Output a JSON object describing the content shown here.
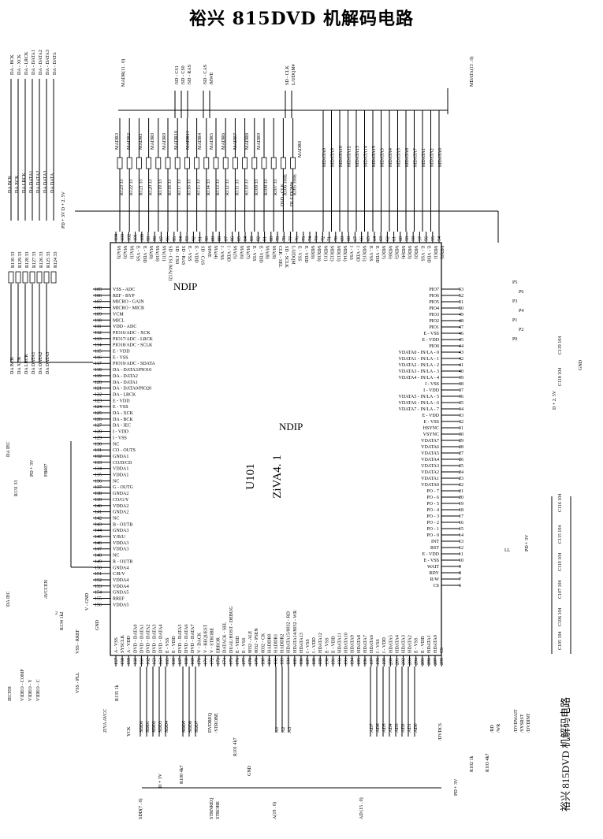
{
  "title": "裕兴 815DVD 机解码电路",
  "chip": {
    "ref": "U101",
    "part": "ZiVA4. 1",
    "package_mark": "NDIP",
    "package_mark_2": "NDIP"
  },
  "buses": {
    "top_left_audio": [
      "DA - BCK",
      "DA - XCK",
      "DA - LRCK",
      "DA - DATA1",
      "DA - DATA2",
      "DA - DATA3",
      "DA - DATA"
    ],
    "top_left_audio_inner": [
      "DA BCK",
      "DA XCK",
      "DA LRCK",
      "DA DATA1",
      "DA DATA2",
      "DA DATA3",
      "DA DATA"
    ],
    "madr_bus": "MADR(11 . 0)",
    "sd_cs": [
      "/SD - CS1",
      "/SD - CS0",
      "/SD - RAS"
    ],
    "sd_cas": [
      "/SD - CAS",
      "/MWE"
    ],
    "clk": [
      "SD - CLK",
      "L/UDQM#"
    ],
    "mdata_bus": "MDATA(15 . 0)",
    "top_nets_left": [
      "MADR3",
      "MADR2",
      "MADR1",
      "MADR0",
      "MADR9",
      "MADR10",
      "MADR11",
      "MADR4",
      "MADR5",
      "MADR6",
      "MADR7",
      "MADR8",
      "MADR9"
    ],
    "top_nets_right": [
      "MDATA0",
      "MDATA9",
      "MDATA10",
      "MDATA12",
      "MDATA13",
      "MDATA14",
      "MDATA15",
      "MDATA3",
      "MDATA4",
      "MDATA5",
      "MDATA6",
      "MDATA7",
      "MDATA1",
      "MDATA2",
      "MDATA0"
    ],
    "top_resistors": [
      "R123 33",
      "R122 33",
      "R121 33",
      "R120 33",
      "R119 33",
      "R118 33",
      "R117 33",
      "R116 33",
      "R115 33",
      "R114 33",
      "R113 33",
      "R112 33",
      "R111 33",
      "R110 33",
      "R109 33",
      "R108 33",
      "R107 33",
      "R106 100E",
      "R105 100E"
    ],
    "power_top": "PD + 3V  D + 2. 5V",
    "dsd_clk": "DSD - CLK",
    "dqm": "DL/UDQM#",
    "madr8": "MADR8"
  },
  "left_pins": [
    {
      "num": "104",
      "name": "MA(3)"
    },
    {
      "num": "103",
      "name": "MA(2)"
    },
    {
      "num": "102",
      "name": "MA(1)"
    },
    {
      "num": "101",
      "name": "E - VSS"
    },
    {
      "num": "100",
      "name": "E - VDD"
    },
    {
      "num": "99",
      "name": "MA(0)"
    },
    {
      "num": "98",
      "name": "MA(10)"
    },
    {
      "num": "97",
      "name": "MA(11)"
    },
    {
      "num": "96",
      "name": "SD - CS1/MA(12)"
    },
    {
      "num": "95",
      "name": "SD - CS0"
    },
    {
      "num": "94",
      "name": "SD - RAS"
    },
    {
      "num": "93",
      "name": "E - VSS"
    },
    {
      "num": "92",
      "name": "E - VDD"
    },
    {
      "num": "91",
      "name": "SD - CAS"
    },
    {
      "num": "90",
      "name": "MWE"
    },
    {
      "num": "89",
      "name": "MA(4)"
    },
    {
      "num": "88",
      "name": "I - VSS"
    },
    {
      "num": "87",
      "name": "I - VDD"
    },
    {
      "num": "86",
      "name": "MA(5)"
    },
    {
      "num": "85",
      "name": "MA(6)"
    },
    {
      "num": "84",
      "name": "MA(7)"
    },
    {
      "num": "83",
      "name": "E - VSS"
    },
    {
      "num": "82",
      "name": "E - VDD"
    },
    {
      "num": "81",
      "name": "MA(8)"
    },
    {
      "num": "80",
      "name": "MA(9)"
    },
    {
      "num": "79",
      "name": "CLK - SEL"
    },
    {
      "num": "78",
      "name": "SD - SCLK"
    },
    {
      "num": "77",
      "name": "L/UDQM"
    }
  ],
  "right_top_pins": [
    {
      "num": "76",
      "name": "E - VSS"
    },
    {
      "num": "75",
      "name": "E - VDD"
    },
    {
      "num": "74",
      "name": "MD(9)"
    },
    {
      "num": "73",
      "name": "MD(10)"
    },
    {
      "num": "72",
      "name": "MD(11)"
    },
    {
      "num": "71",
      "name": "MD(12)"
    },
    {
      "num": "70",
      "name": "MD(13)"
    },
    {
      "num": "69",
      "name": "MD(14)"
    },
    {
      "num": "68",
      "name": "I - VSS"
    },
    {
      "num": "67",
      "name": "I - VDD"
    },
    {
      "num": "66",
      "name": "MD(15)"
    },
    {
      "num": "65",
      "name": "E - VSS"
    },
    {
      "num": "64",
      "name": "E - VDD"
    },
    {
      "num": "63",
      "name": "MD(7)"
    },
    {
      "num": "62",
      "name": "MD(6)"
    },
    {
      "num": "61",
      "name": "MD(5)"
    },
    {
      "num": "60",
      "name": "MD(4)"
    },
    {
      "num": "59",
      "name": "MD(3)"
    },
    {
      "num": "58",
      "name": "MD(2)"
    },
    {
      "num": "57",
      "name": "E - VSS"
    },
    {
      "num": "56",
      "name": "E - VDD"
    },
    {
      "num": "55",
      "name": "MD(1)"
    },
    {
      "num": "54",
      "name": "MD(0)"
    }
  ],
  "left_side_pins": [
    {
      "num": "105",
      "name": "VSS - ADC"
    },
    {
      "num": "106",
      "name": "REF - BYP"
    },
    {
      "num": "107",
      "name": "MICRO - GAIN"
    },
    {
      "num": "108",
      "name": "MICRO - MICR"
    },
    {
      "num": "109",
      "name": "VCM"
    },
    {
      "num": "110",
      "name": "MICL"
    },
    {
      "num": "111",
      "name": "VDD - ADC"
    },
    {
      "num": "112",
      "name": "PIO16/ADC - XCK"
    },
    {
      "num": "113",
      "name": "PIO17/ADC - LRCK"
    },
    {
      "num": "114",
      "name": "PIO18/ADC - SCLK"
    },
    {
      "num": "115",
      "name": "E - VDD"
    },
    {
      "num": "116",
      "name": "E - VSS"
    },
    {
      "num": "117",
      "name": "PIO19/ADC - SDATA"
    },
    {
      "num": "118",
      "name": "DA - DATA3/PIO10"
    },
    {
      "num": "119",
      "name": "DA - DATA2"
    },
    {
      "num": "120",
      "name": "DA - DATA1"
    },
    {
      "num": "121",
      "name": "DA - DATA0/PIO20"
    },
    {
      "num": "122",
      "name": "DA - LRCK"
    },
    {
      "num": "123",
      "name": "E - VDD"
    },
    {
      "num": "124",
      "name": "E - VSS"
    },
    {
      "num": "125",
      "name": "DA - XCK"
    },
    {
      "num": "126",
      "name": "DA - BCK"
    },
    {
      "num": "127",
      "name": "DA - IEC"
    },
    {
      "num": "128",
      "name": "I - VDD"
    },
    {
      "num": "129",
      "name": "I - VSS"
    },
    {
      "num": "130",
      "name": "NC"
    },
    {
      "num": "131",
      "name": "CO - OUTS"
    },
    {
      "num": "132",
      "name": "GNDA1"
    },
    {
      "num": "133",
      "name": "CO/D/CD"
    },
    {
      "num": "134",
      "name": "VDDA1"
    },
    {
      "num": "135",
      "name": "VDDA1"
    },
    {
      "num": "136",
      "name": "NC"
    },
    {
      "num": "137",
      "name": "G - OUTG"
    },
    {
      "num": "138",
      "name": "GNDA2"
    },
    {
      "num": "139",
      "name": "CO/G/Y"
    },
    {
      "num": "140",
      "name": "VDDA2"
    },
    {
      "num": "141",
      "name": "GNDA2"
    },
    {
      "num": "142",
      "name": "NC"
    },
    {
      "num": "143",
      "name": "B - OUTB"
    },
    {
      "num": "144",
      "name": "GNDA3"
    },
    {
      "num": "145",
      "name": "Y/B/U"
    },
    {
      "num": "146",
      "name": "VDDA3"
    },
    {
      "num": "147",
      "name": "VDDA3"
    },
    {
      "num": "148",
      "name": "NC"
    },
    {
      "num": "149",
      "name": "R - OUTR"
    },
    {
      "num": "150",
      "name": "GNDA4"
    },
    {
      "num": "151",
      "name": "C/R/V"
    },
    {
      "num": "152",
      "name": "VDDA4"
    },
    {
      "num": "153",
      "name": "VDDA4"
    },
    {
      "num": "154",
      "name": "GNDA5"
    },
    {
      "num": "155",
      "name": "RREF"
    },
    {
      "num": "156",
      "name": "VDDA5"
    }
  ],
  "right_side_pins": [
    {
      "num": "53",
      "name": "PIO7"
    },
    {
      "num": "52",
      "name": "PIO6"
    },
    {
      "num": "51",
      "name": "PIO5"
    },
    {
      "num": "50",
      "name": "PIO4"
    },
    {
      "num": "49",
      "name": "PIO3"
    },
    {
      "num": "48",
      "name": "PIO2"
    },
    {
      "num": "47",
      "name": "PIO1"
    },
    {
      "num": "46",
      "name": "E - VSS"
    },
    {
      "num": "45",
      "name": "E - VDD"
    },
    {
      "num": "44",
      "name": "PIO0"
    },
    {
      "num": "43",
      "name": "VDATA0 - IN/LA - 0"
    },
    {
      "num": "42",
      "name": "VDATA1 - IN/LA - 1"
    },
    {
      "num": "41",
      "name": "VDATA2 - IN/LA - 2"
    },
    {
      "num": "40",
      "name": "VDATA3 - IN/LA - 3"
    },
    {
      "num": "39",
      "name": "VDATA4 - IN/LA - 4"
    },
    {
      "num": "38",
      "name": "I - VSS"
    },
    {
      "num": "37",
      "name": "I - VDD"
    },
    {
      "num": "36",
      "name": "VDATA5 - IN/LA - 5"
    },
    {
      "num": "35",
      "name": "VDATA6 - IN/LA - 6"
    },
    {
      "num": "34",
      "name": "VDATA7 - IN/LA - 7"
    },
    {
      "num": "33",
      "name": "E - VDD"
    },
    {
      "num": "32",
      "name": "E - VSS"
    },
    {
      "num": "31",
      "name": "HSYNC"
    },
    {
      "num": "30",
      "name": "VSYNC"
    },
    {
      "num": "29",
      "name": "VDATA7"
    },
    {
      "num": "28",
      "name": "VDATA6"
    },
    {
      "num": "27",
      "name": "VDATA5"
    },
    {
      "num": "26",
      "name": "VDATA4"
    },
    {
      "num": "25",
      "name": "VDATA3"
    },
    {
      "num": "24",
      "name": "VDATA2"
    },
    {
      "num": "23",
      "name": "VDATA1"
    },
    {
      "num": "22",
      "name": "VDATA0"
    },
    {
      "num": "21",
      "name": "PO - 7"
    },
    {
      "num": "20",
      "name": "PO - 6"
    },
    {
      "num": "19",
      "name": "PO - 5"
    },
    {
      "num": "18",
      "name": "PO - 4"
    },
    {
      "num": "17",
      "name": "PO - 3"
    },
    {
      "num": "16",
      "name": "PO - 2"
    },
    {
      "num": "15",
      "name": "PO - 1"
    },
    {
      "num": "14",
      "name": "PO - 0"
    },
    {
      "num": "13",
      "name": "INT"
    },
    {
      "num": "12",
      "name": "RST"
    },
    {
      "num": "11",
      "name": "E - VDD"
    },
    {
      "num": "10",
      "name": "E - VSS"
    },
    {
      "num": "9",
      "name": "WAIT"
    },
    {
      "num": "8",
      "name": "RDY"
    },
    {
      "num": "7",
      "name": "R/W"
    },
    {
      "num": "6",
      "name": "CS"
    }
  ],
  "bottom_pins": [
    {
      "num": "157",
      "name": "A - VSS"
    },
    {
      "num": "158",
      "name": "SYSCLK"
    },
    {
      "num": "159",
      "name": "A - VDD"
    },
    {
      "num": "160",
      "name": "DVD - DATA0"
    },
    {
      "num": "161",
      "name": "DVD - DATA1"
    },
    {
      "num": "162",
      "name": "DVD - DATA2"
    },
    {
      "num": "163",
      "name": "DVD - DATA3"
    },
    {
      "num": "164",
      "name": "DVD - DATA4"
    },
    {
      "num": "165",
      "name": "E - VSS"
    },
    {
      "num": "166",
      "name": "E - VDD"
    },
    {
      "num": "167",
      "name": "DVD - DATA5"
    },
    {
      "num": "168",
      "name": "DVD - DATA6"
    },
    {
      "num": "169",
      "name": "DVD - DATA7"
    },
    {
      "num": "170",
      "name": "V - DACK"
    },
    {
      "num": "171",
      "name": "V - REQUEST"
    },
    {
      "num": "172",
      "name": "V - STROBE"
    },
    {
      "num": "173",
      "name": "ERROR"
    },
    {
      "num": "174",
      "name": "DATACK - SEL"
    },
    {
      "num": "175",
      "name": "DUAL/HOST - DEBUG"
    },
    {
      "num": "176",
      "name": "E - VDD"
    },
    {
      "num": "177",
      "name": "E - VSS"
    },
    {
      "num": "178",
      "name": "8032 - ALE"
    },
    {
      "num": "179",
      "name": "8032 - PSEN"
    },
    {
      "num": "180",
      "name": "8032 - CK"
    },
    {
      "num": "181",
      "name": "HADDR0"
    },
    {
      "num": "182",
      "name": "HADDR1"
    },
    {
      "num": "183",
      "name": "HADDR2"
    },
    {
      "num": "184",
      "name": "HDATA15/8032 - RD"
    },
    {
      "num": "185",
      "name": "HDATA14/8032 - WR"
    },
    {
      "num": "186",
      "name": "HDATA13"
    },
    {
      "num": "187",
      "name": "I - VSS"
    },
    {
      "num": "188",
      "name": "I - VDD"
    },
    {
      "num": "189",
      "name": "HDATA12"
    },
    {
      "num": "190",
      "name": "E - VSS"
    },
    {
      "num": "191",
      "name": "E - VDD"
    },
    {
      "num": "192",
      "name": "HDATA11"
    },
    {
      "num": "193",
      "name": "HDATA10"
    },
    {
      "num": "194",
      "name": "HDATA9"
    },
    {
      "num": "195",
      "name": "HDATA8"
    },
    {
      "num": "196",
      "name": "HDATA7"
    },
    {
      "num": "197",
      "name": "HDATA6"
    },
    {
      "num": "198",
      "name": "I - VSS"
    },
    {
      "num": "199",
      "name": "I - VDD"
    },
    {
      "num": "200",
      "name": "HDATA5"
    },
    {
      "num": "201",
      "name": "HDATA4"
    },
    {
      "num": "202",
      "name": "HDATA3"
    },
    {
      "num": "203",
      "name": "HDATA2"
    },
    {
      "num": "204",
      "name": "E - VSS"
    },
    {
      "num": "205",
      "name": "E - VDD"
    },
    {
      "num": "206",
      "name": "HDATA1"
    },
    {
      "num": "207",
      "name": "HDATA0"
    },
    {
      "num": "208",
      "name": "CS"
    }
  ],
  "left_components": {
    "resistors_top": [
      "R130 33",
      "R129 33",
      "R128 33",
      "R127 33",
      "R126 33",
      "R125 33",
      "R124 33"
    ],
    "left_bus": [
      "DA BCK",
      "DA XCK",
      "DA LRCK",
      "DA DATA1",
      "DA DATA2",
      "DA DATA3"
    ],
    "ferrite": "FB007",
    "pd3v": "PD + 3V",
    "da_iec": "DA IEC",
    "r131": "R131 33",
    "da_iec2": "DA IEC",
    "avccen": "AVCCEN",
    "r134": "R134 1k2",
    "two": "2",
    "vss_rref": "VSS - RREF",
    "v_gnd": "V - GND",
    "gnd": "GND",
    "vss_pll": "VSS - PLL",
    "iec958": "IEC958",
    "video_comp": "VIDEO - COMP",
    "video_y": "VIDEO - Y",
    "video_c": "VIDEO - C",
    "ziva_avcc": "ZIVA AVCC",
    "r135": "R135 1k",
    "yck": "YCK"
  },
  "bottom_components": {
    "sdd_group1": [
      "SDD0",
      "SDD1",
      "SDD2",
      "SDD3",
      "SDD4"
    ],
    "sdd_group2": [
      "SDD5",
      "SDD6",
      "SDD7"
    ],
    "dvdreq": [
      "DVDREQ",
      "/STROBE"
    ],
    "r101": "R101 4k7",
    "gnd": "GND",
    "a_lines": [
      "A1",
      "A2",
      "A3"
    ],
    "a_bus": "A(19 . 0)",
    "sdd_bus": "SDD(7 . 0)",
    "r100": "R100 4k7",
    "d3v": "D + 3V",
    "strobe_bus": [
      "STRNREQ",
      "STROBE"
    ],
    "ad_lines": [
      "AD7",
      "AD6",
      "AD5",
      "AD4",
      "AD3",
      "AD2",
      "AD1",
      "AD0"
    ],
    "ad_bus": "AD (15 . 0)",
    "dvdcs": "/DVDCS",
    "pd3v": "PD + 3V",
    "r102": "R102 1k",
    "r103": "R103 4k7",
    "rd_wr": [
      "/RD",
      "/WR"
    ],
    "dvdwait": "/DVDWAIT",
    "sysrst": "/SYSRST",
    "dvdint": "/DVDINT",
    "footer_title": "裕兴 815DVD 机解码电路"
  },
  "right_components": {
    "pio_labels": [
      "P5",
      "P6",
      "P3",
      "P4",
      "P1",
      "P2",
      "P0"
    ],
    "c119": "C119 104",
    "c118": "C118 104",
    "d25v": "D + 2. 5V",
    "gnd": "GND",
    "c116": "C116 104",
    "c115": "C115 104",
    "c110": "C110 104",
    "c107": "C107 104",
    "c106": "C106 104",
    "c105": "C105 104",
    "pd3v": "PD + 3V",
    "ll": "LL"
  }
}
